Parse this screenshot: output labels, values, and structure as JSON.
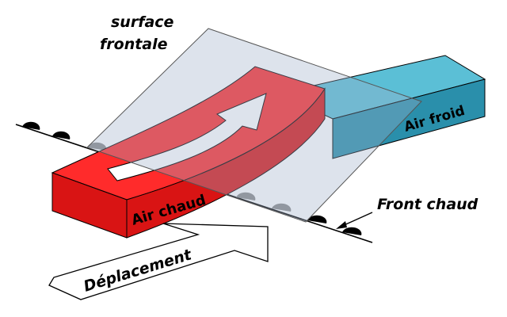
{
  "labels": {
    "surface_line1": "surface",
    "surface_line2": "frontale",
    "cold_air": "Air froid",
    "warm_air": "Air chaud",
    "front": "Front chaud",
    "movement": "Déplacement"
  },
  "colors": {
    "warm_air_top": "#ff2b2b",
    "warm_air_side": "#d91414",
    "cold_air_top": "#5bbfd6",
    "cold_air_side": "#2a8fab",
    "frontal_surface": "#9fb0c8",
    "front_symbols": "#000000",
    "text": "#000000"
  },
  "icons": {
    "flow_arrow": "curved-arrow-icon",
    "movement_arrow": "block-arrow-icon",
    "front_symbol": "semicircle-icon"
  }
}
